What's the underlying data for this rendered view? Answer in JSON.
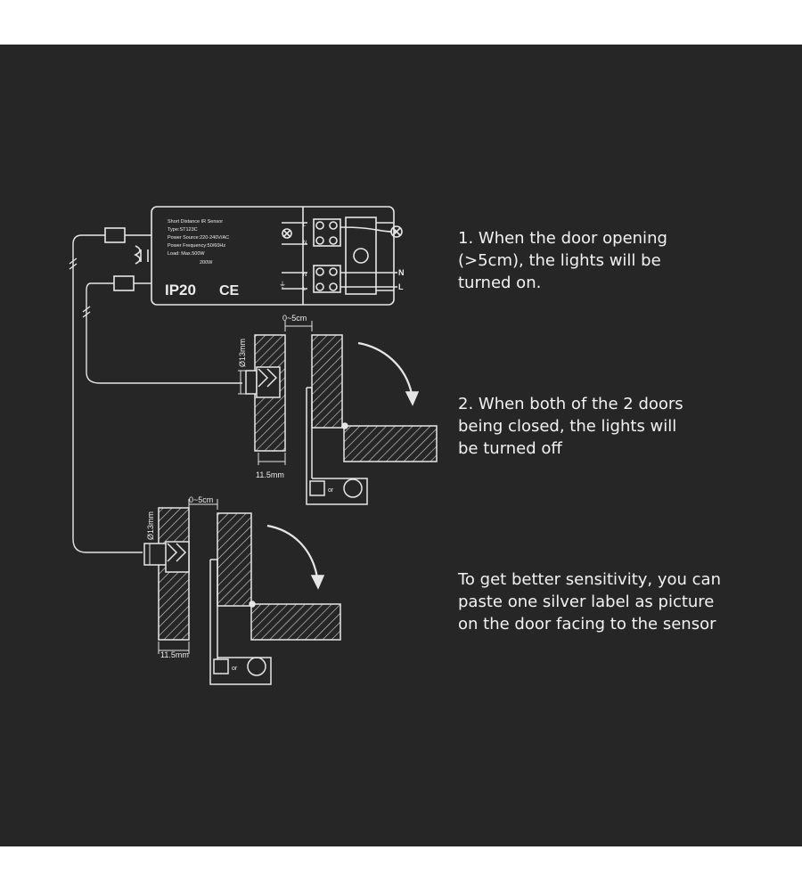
{
  "colors": {
    "background": "#262626",
    "line": "#e6e6e6",
    "text": "#f2f2f2",
    "page": "#ffffff"
  },
  "sensor": {
    "title": "Short Distance IR Sensor",
    "type": "Type:ST123C",
    "power_source": "Power Source:220-240V/AC",
    "power_frequency": "Power Frequency:50/60Hz",
    "load": "Load: Max.500W",
    "load_led": "200W",
    "ip_rating": "IP20",
    "ce_mark": "CE",
    "terminal_l": "L",
    "terminal_n": "N",
    "terminal_earth": "⏚"
  },
  "mains": {
    "n_label": "N",
    "l_label": "L"
  },
  "door_top": {
    "gap_label": "0~5cm",
    "diameter_label": "Ø13mm",
    "depth_label": "11.5mm",
    "or_label": "or"
  },
  "door_bottom": {
    "gap_label": "0~5cm",
    "diameter_label": "Ø13mm",
    "depth_label": "11.5mm",
    "or_label": "or"
  },
  "captions": {
    "step1": [
      "1. When the door opening",
      "(>5cm), the lights will be",
      "turned on."
    ],
    "step2": [
      "2. When both of the 2 doors",
      "being closed, the lights will",
      "be turned off"
    ],
    "tip": [
      "To get better sensitivity, you can",
      "paste one silver label as picture",
      "on the door facing to the sensor"
    ]
  }
}
